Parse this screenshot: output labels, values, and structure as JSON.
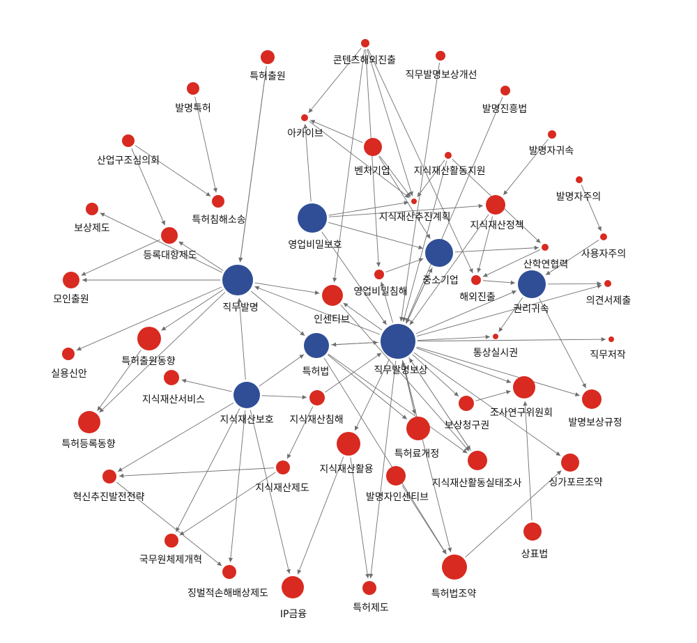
{
  "colors": {
    "hub": "#2f4e96",
    "leaf": "#d82a20",
    "edge": "#6e6e6e",
    "label": "#111111"
  },
  "nodes": [
    {
      "id": "n1",
      "label": "직무발명보상",
      "kind": "hub"
    },
    {
      "id": "n2",
      "label": "직무발명",
      "kind": "hub"
    },
    {
      "id": "n3",
      "label": "영업비밀보호",
      "kind": "hub"
    },
    {
      "id": "n4",
      "label": "중소기업",
      "kind": "hub"
    },
    {
      "id": "n5",
      "label": "권리귀속",
      "kind": "hub"
    },
    {
      "id": "n6",
      "label": "특허법",
      "kind": "hub"
    },
    {
      "id": "n7",
      "label": "지식재산보호",
      "kind": "hub"
    },
    {
      "id": "n8",
      "label": "콘텐츠해외진출",
      "kind": "leaf"
    },
    {
      "id": "n9",
      "label": "직무발명보상개선",
      "kind": "leaf"
    },
    {
      "id": "n10",
      "label": "특허출원",
      "kind": "leaf"
    },
    {
      "id": "n11",
      "label": "발명특허",
      "kind": "leaf"
    },
    {
      "id": "n12",
      "label": "발명진흥법",
      "kind": "leaf"
    },
    {
      "id": "n13",
      "label": "아카이브",
      "kind": "leaf"
    },
    {
      "id": "n14",
      "label": "산업구조심의회",
      "kind": "leaf"
    },
    {
      "id": "n15",
      "label": "발명자귀속",
      "kind": "leaf"
    },
    {
      "id": "n16",
      "label": "벤처기업",
      "kind": "leaf"
    },
    {
      "id": "n17",
      "label": "지식재산활동지원",
      "kind": "leaf"
    },
    {
      "id": "n18",
      "label": "발명자주의",
      "kind": "leaf"
    },
    {
      "id": "n19",
      "label": "특허침해소송",
      "kind": "leaf"
    },
    {
      "id": "n20",
      "label": "보상제도",
      "kind": "leaf"
    },
    {
      "id": "n21",
      "label": "지식재산추진계획",
      "kind": "leaf"
    },
    {
      "id": "n22",
      "label": "지식재산정책",
      "kind": "leaf"
    },
    {
      "id": "n23",
      "label": "사용자주의",
      "kind": "leaf"
    },
    {
      "id": "n24",
      "label": "등록대항제도",
      "kind": "leaf"
    },
    {
      "id": "n25",
      "label": "산학연협력",
      "kind": "leaf"
    },
    {
      "id": "n26",
      "label": "모인출원",
      "kind": "leaf"
    },
    {
      "id": "n27",
      "label": "영업비밀침해",
      "kind": "leaf"
    },
    {
      "id": "n28",
      "label": "해외진출",
      "kind": "leaf"
    },
    {
      "id": "n29",
      "label": "의견서제출",
      "kind": "leaf"
    },
    {
      "id": "n30",
      "label": "인센티브",
      "kind": "leaf"
    },
    {
      "id": "n31",
      "label": "통상실시권",
      "kind": "leaf"
    },
    {
      "id": "n32",
      "label": "직무저작",
      "kind": "leaf"
    },
    {
      "id": "n33",
      "label": "실용신안",
      "kind": "leaf"
    },
    {
      "id": "n34",
      "label": "특허출원동향",
      "kind": "leaf"
    },
    {
      "id": "n35",
      "label": "지식재산서비스",
      "kind": "leaf"
    },
    {
      "id": "n36",
      "label": "조사연구위원회",
      "kind": "leaf"
    },
    {
      "id": "n37",
      "label": "발명보상규정",
      "kind": "leaf"
    },
    {
      "id": "n38",
      "label": "보상청구권",
      "kind": "leaf"
    },
    {
      "id": "n39",
      "label": "특허등록동향",
      "kind": "leaf"
    },
    {
      "id": "n40",
      "label": "지식재산침해",
      "kind": "leaf"
    },
    {
      "id": "n41",
      "label": "특허료개정",
      "kind": "leaf"
    },
    {
      "id": "n42",
      "label": "지식재산활용",
      "kind": "leaf"
    },
    {
      "id": "n43",
      "label": "싱가포르조약",
      "kind": "leaf"
    },
    {
      "id": "n44",
      "label": "지식재산활동실태조사",
      "kind": "leaf"
    },
    {
      "id": "n45",
      "label": "혁신추진발전전략",
      "kind": "leaf"
    },
    {
      "id": "n46",
      "label": "지식재산제도",
      "kind": "leaf"
    },
    {
      "id": "n47",
      "label": "발명자인센티브",
      "kind": "leaf"
    },
    {
      "id": "n48",
      "label": "상표법",
      "kind": "leaf"
    },
    {
      "id": "n49",
      "label": "국무원체제개혁",
      "kind": "leaf"
    },
    {
      "id": "n50",
      "label": "특허법조약",
      "kind": "leaf"
    },
    {
      "id": "n51",
      "label": "징벌적손해배상제도",
      "kind": "leaf"
    },
    {
      "id": "n52",
      "label": "IP금융",
      "kind": "leaf"
    },
    {
      "id": "n53",
      "label": "특허제도",
      "kind": "leaf"
    }
  ],
  "edges": [
    [
      "n8",
      "n13"
    ],
    [
      "n8",
      "n27"
    ],
    [
      "n8",
      "n30"
    ],
    [
      "n8",
      "n21"
    ],
    [
      "n8",
      "n28"
    ],
    [
      "n16",
      "n13"
    ],
    [
      "n3",
      "n13"
    ],
    [
      "n13",
      "n21"
    ],
    [
      "n10",
      "n2"
    ],
    [
      "n10",
      "n2"
    ],
    [
      "n11",
      "n19"
    ],
    [
      "n14",
      "n19"
    ],
    [
      "n14",
      "n24"
    ],
    [
      "n2",
      "n20"
    ],
    [
      "n24",
      "n26"
    ],
    [
      "n2",
      "n26"
    ],
    [
      "n2",
      "n24"
    ],
    [
      "n2",
      "n30"
    ],
    [
      "n2",
      "n6"
    ],
    [
      "n2",
      "n34"
    ],
    [
      "n2",
      "n33"
    ],
    [
      "n2",
      "n39"
    ],
    [
      "n1",
      "n2"
    ],
    [
      "n1",
      "n30"
    ],
    [
      "n1",
      "n6"
    ],
    [
      "n7",
      "n2"
    ],
    [
      "n7",
      "n35"
    ],
    [
      "n7",
      "n6"
    ],
    [
      "n7",
      "n40"
    ],
    [
      "n7",
      "n45"
    ],
    [
      "n7",
      "n49"
    ],
    [
      "n7",
      "n51"
    ],
    [
      "n7",
      "n52"
    ],
    [
      "n46",
      "n45"
    ],
    [
      "n46",
      "n49"
    ],
    [
      "n40",
      "n46"
    ],
    [
      "n3",
      "n21"
    ],
    [
      "n3",
      "n4"
    ],
    [
      "n3",
      "n22"
    ],
    [
      "n16",
      "n21"
    ],
    [
      "n17",
      "n21"
    ],
    [
      "n17",
      "n1"
    ],
    [
      "n9",
      "n1"
    ],
    [
      "n12",
      "n1"
    ],
    [
      "n15",
      "n22"
    ],
    [
      "n18",
      "n23"
    ],
    [
      "n22",
      "n1"
    ],
    [
      "n22",
      "n28"
    ],
    [
      "n4",
      "n25"
    ],
    [
      "n4",
      "n1"
    ],
    [
      "n5",
      "n29"
    ],
    [
      "n5",
      "n37"
    ],
    [
      "n5",
      "n31"
    ],
    [
      "n28",
      "n5"
    ],
    [
      "n1",
      "n5"
    ],
    [
      "n1",
      "n29"
    ],
    [
      "n1",
      "n31"
    ],
    [
      "n1",
      "n32"
    ],
    [
      "n1",
      "n36"
    ],
    [
      "n1",
      "n37"
    ],
    [
      "n1",
      "n38"
    ],
    [
      "n1",
      "n41"
    ],
    [
      "n1",
      "n43"
    ],
    [
      "n1",
      "n44"
    ],
    [
      "n1",
      "n50"
    ],
    [
      "n1",
      "n53"
    ],
    [
      "n1",
      "n42"
    ],
    [
      "n1",
      "n4"
    ],
    [
      "n1",
      "n27"
    ],
    [
      "n27",
      "n4"
    ],
    [
      "n34",
      "n39"
    ],
    [
      "n42",
      "n52"
    ],
    [
      "n42",
      "n53"
    ],
    [
      "n30",
      "n44"
    ],
    [
      "n6",
      "n1"
    ],
    [
      "n6",
      "n44"
    ],
    [
      "n6",
      "n50"
    ],
    [
      "n38",
      "n36"
    ],
    [
      "n41",
      "n1"
    ],
    [
      "n44",
      "n1"
    ],
    [
      "n50",
      "n43"
    ],
    [
      "n47",
      "n50"
    ],
    [
      "n6",
      "n41"
    ],
    [
      "n40",
      "n1"
    ],
    [
      "n3",
      "n1"
    ],
    [
      "n16",
      "n4"
    ],
    [
      "n23",
      "n5"
    ],
    [
      "n25",
      "n28"
    ],
    [
      "n17",
      "n25"
    ],
    [
      "n48",
      "n36"
    ],
    [
      "n45",
      "n51"
    ]
  ]
}
